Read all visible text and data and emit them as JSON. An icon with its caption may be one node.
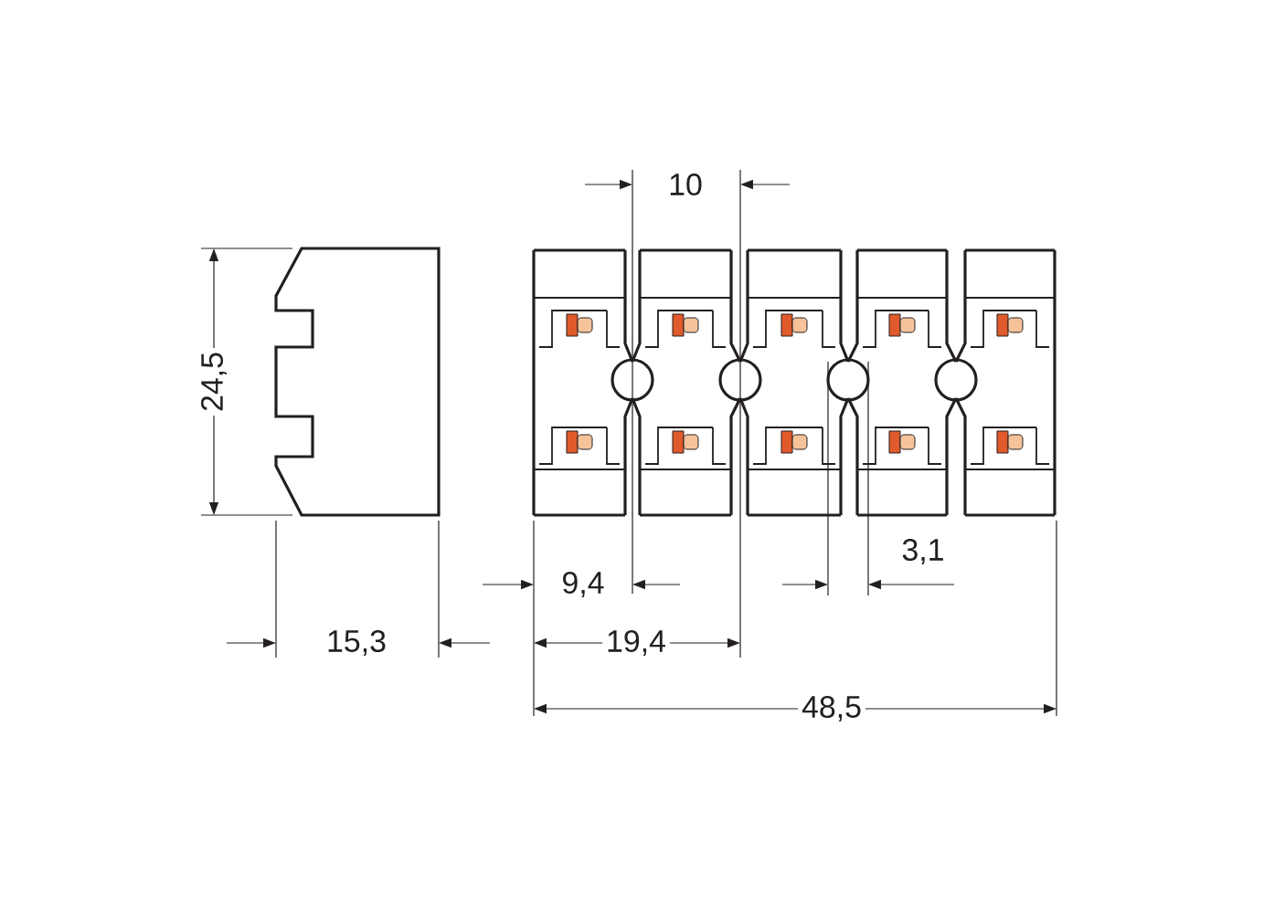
{
  "diagram": {
    "labels": [
      "10",
      "24,5",
      "9,4",
      "3,1",
      "15,3",
      "19,4",
      "48,5"
    ]
  }
}
